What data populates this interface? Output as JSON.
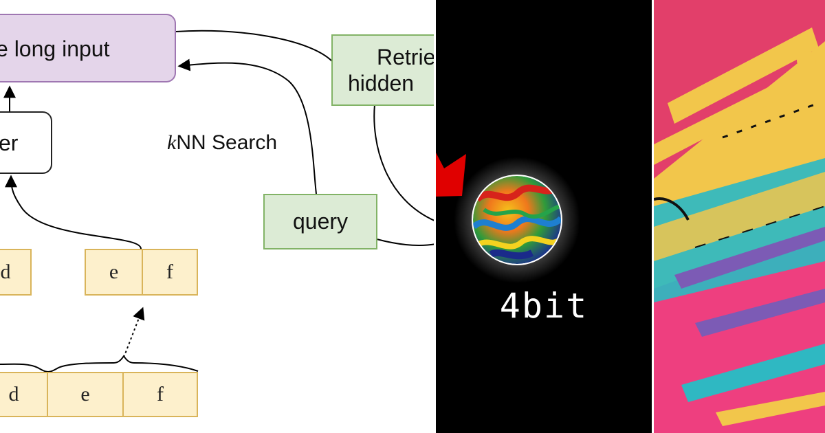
{
  "diagram": {
    "long_input_label": "e long input",
    "layer_label": "er",
    "knn_label": "kNN Search",
    "knn_prefix": "k",
    "knn_rest": "NN Search",
    "query_label": "query",
    "retrieve_line1": "Retrie",
    "retrieve_line2": "hidden",
    "row1_cells": [
      "d",
      "e",
      "f"
    ],
    "row2_cells": [
      "d",
      "e",
      "f"
    ],
    "colors": {
      "purple_fill": "#e4d5ea",
      "purple_border": "#9f77b2",
      "green_fill": "#dcebd5",
      "green_border": "#82b366",
      "cell_fill": "#fdf0cc",
      "cell_border": "#d9b45a"
    }
  },
  "logo_panel": {
    "brand_text": "4bit",
    "colors": {
      "background": "#000000",
      "arrow": "#e00000"
    }
  },
  "art_panel": {
    "colors": {
      "base": "#e23f6a",
      "yellow": "#f2c64b",
      "teal": "#2fb8c2",
      "pink": "#ee3f7f",
      "purple": "#7c5bb5"
    }
  }
}
